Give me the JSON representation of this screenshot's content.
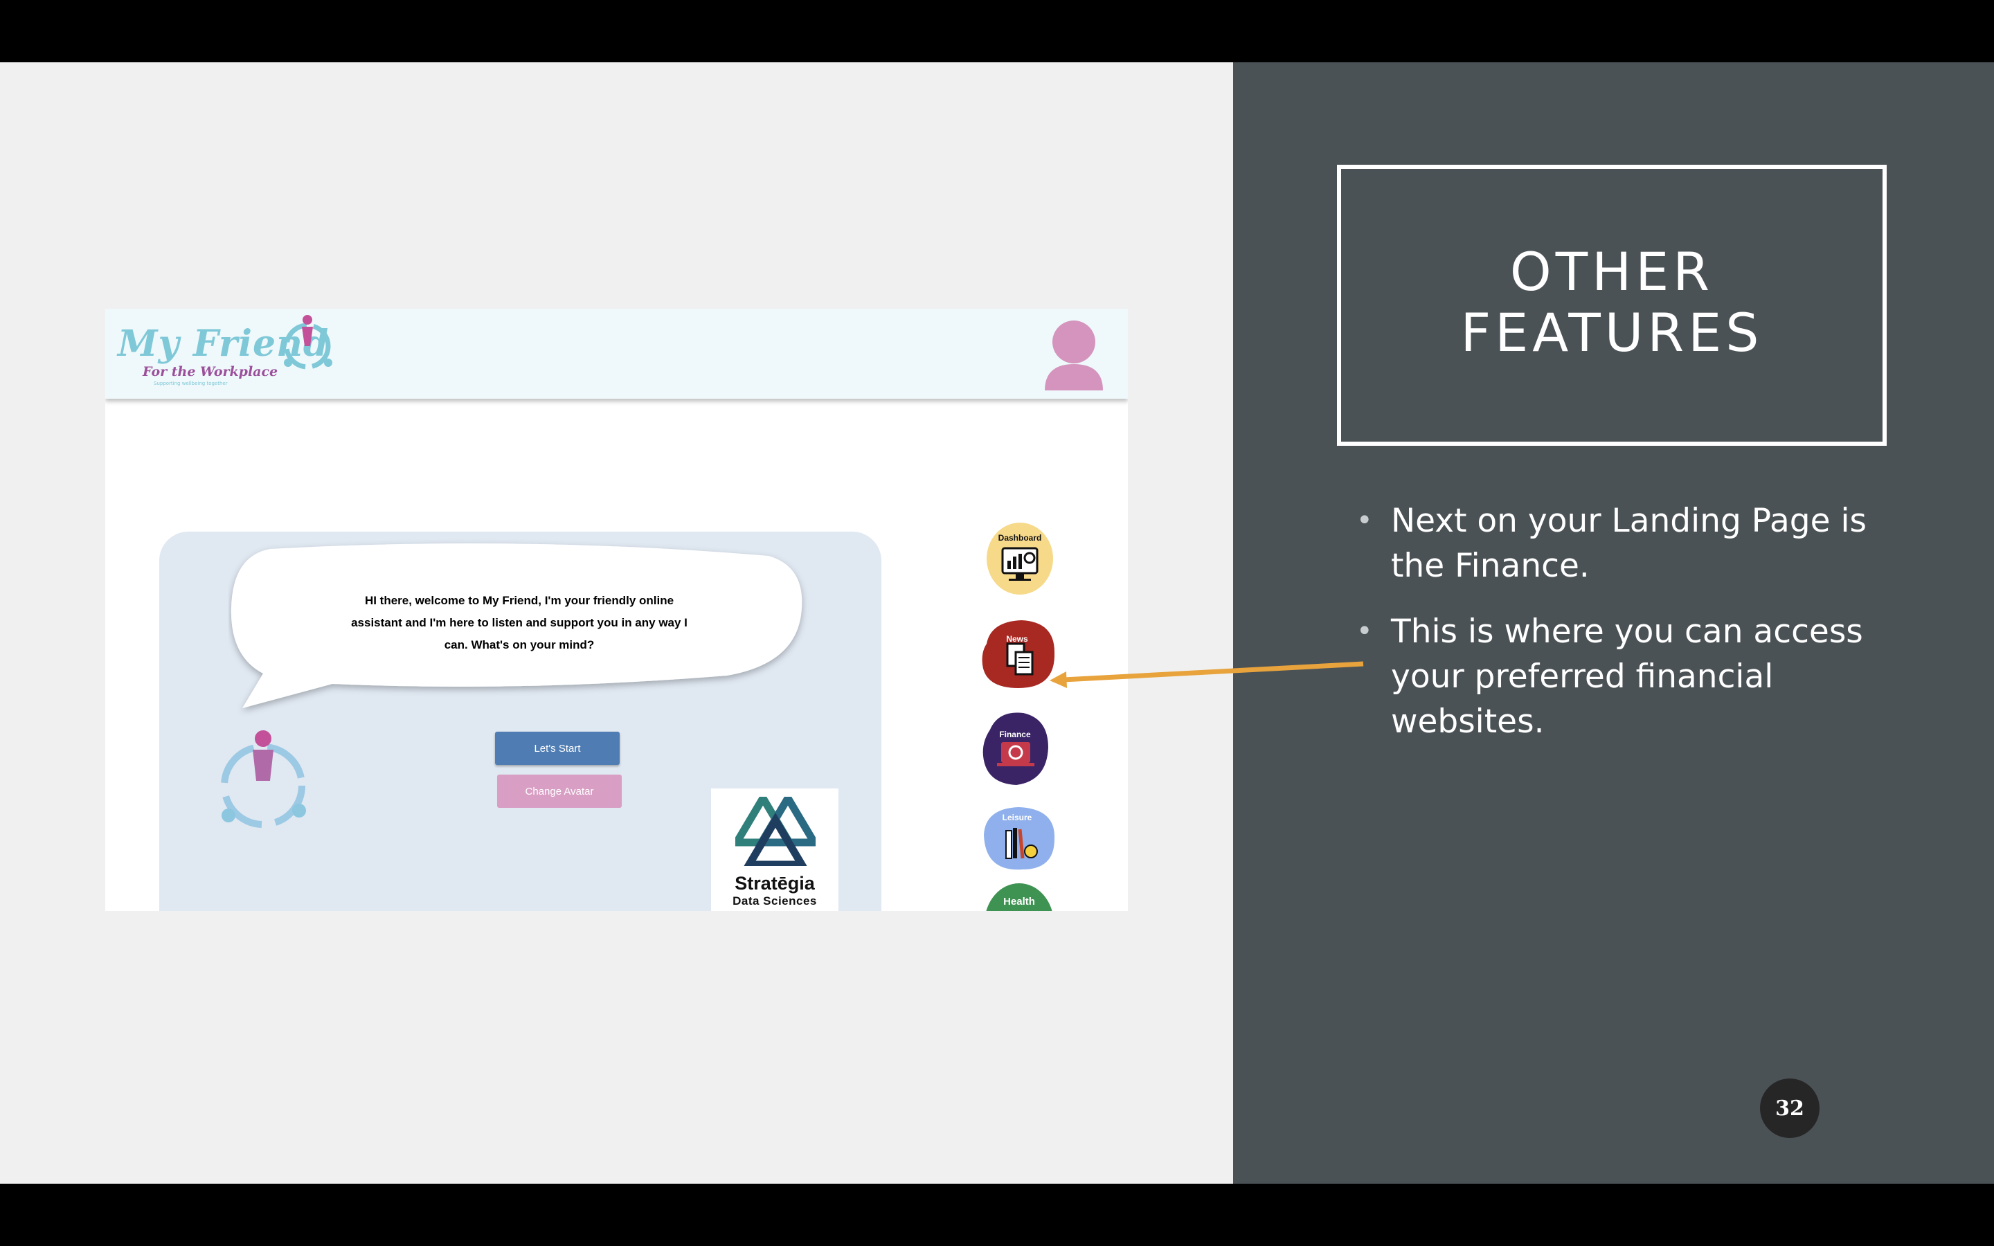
{
  "slide": {
    "title": "OTHER FEATURES",
    "bullets": [
      "Next on your Landing Page is the Finance.",
      "This is where you can access your preferred financial websites."
    ],
    "page_number": "32"
  },
  "app": {
    "logo": {
      "name": "My Friend",
      "subtitle": "For the Workplace",
      "tagline": "Supporting wellbeing together"
    },
    "chat": {
      "message": "HI there, welcome to My Friend, I'm your friendly online assistant and I'm here to listen and support you in any way I can. What's on your mind?"
    },
    "buttons": {
      "start": "Let's Start",
      "change_avatar": "Change Avatar"
    },
    "brand": {
      "name": "Stratēgia",
      "sub": "Data Sciences"
    },
    "nav": [
      {
        "label": "Dashboard",
        "icon": "dashboard-icon",
        "color": "#f7d98a"
      },
      {
        "label": "News",
        "icon": "news-icon",
        "color": "#a82822"
      },
      {
        "label": "Finance",
        "icon": "finance-icon",
        "color": "#3a2466"
      },
      {
        "label": "Leisure",
        "icon": "leisure-icon",
        "color": "#8fb0ec"
      },
      {
        "label": "Health",
        "icon": "health-icon",
        "color": "#3e9252"
      }
    ]
  },
  "colors": {
    "left_background": "#f0f0f0",
    "right_background": "#4b5256",
    "arrow": "#e8a33c",
    "start_button": "#4f7db3",
    "avatar_button": "#d89ec4"
  }
}
